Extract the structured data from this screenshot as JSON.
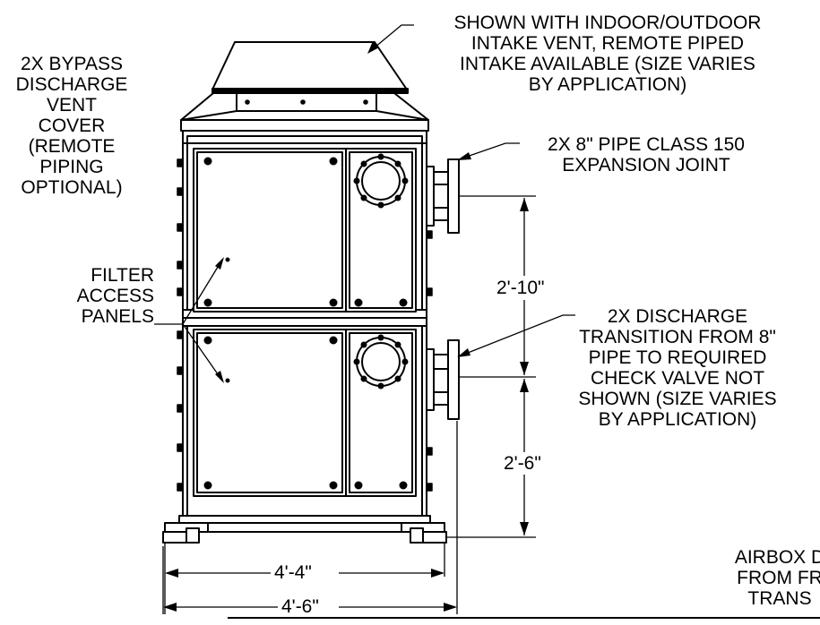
{
  "labels": {
    "intake": [
      "SHOWN WITH INDOOR/OUTDOOR",
      "INTAKE VENT, REMOTE PIPED",
      "INTAKE AVAILABLE (SIZE VARIES",
      "BY APPLICATION)"
    ],
    "bypass": [
      "2X BYPASS",
      "DISCHARGE",
      "VENT",
      "COVER",
      "(REMOTE",
      "PIPING",
      "OPTIONAL)"
    ],
    "expansion": [
      "2X 8\" PIPE CLASS 150",
      "EXPANSION JOINT"
    ],
    "filter": [
      "FILTER",
      "ACCESS",
      "PANELS"
    ],
    "discharge": [
      "2X DISCHARGE",
      "TRANSITION FROM 8\"",
      "PIPE TO REQUIRED",
      "CHECK VALVE NOT",
      "SHOWN (SIZE VARIES",
      "BY APPLICATION)"
    ],
    "airbox": [
      "AIRBOX D",
      "FROM FR",
      "TRANS"
    ]
  },
  "dimensions": {
    "upper_height": "2'-10\"",
    "lower_height": "2'-6\"",
    "inner_width": "4'-4\"",
    "outer_width": "4'-6\""
  }
}
